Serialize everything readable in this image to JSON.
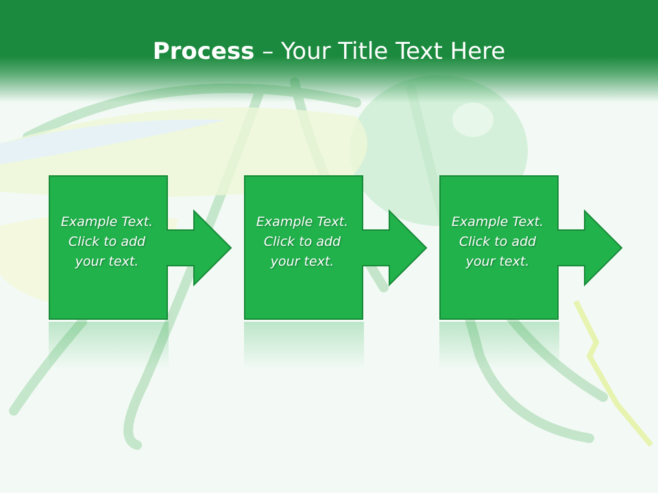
{
  "slide": {
    "title_bold": "Process",
    "title_rest": " – Your Title Text Here"
  },
  "steps": [
    {
      "text": "Example Text.\nClick  to add\nyour text."
    },
    {
      "text": "Example Text.\nClick  to add\nyour text."
    },
    {
      "text": "Example Text.\nClick  to add\nyour text."
    }
  ],
  "colors": {
    "header": "#1c8a3e",
    "box_fill": "#21b24c",
    "box_border": "#178a38",
    "background": "#f3faf6"
  }
}
